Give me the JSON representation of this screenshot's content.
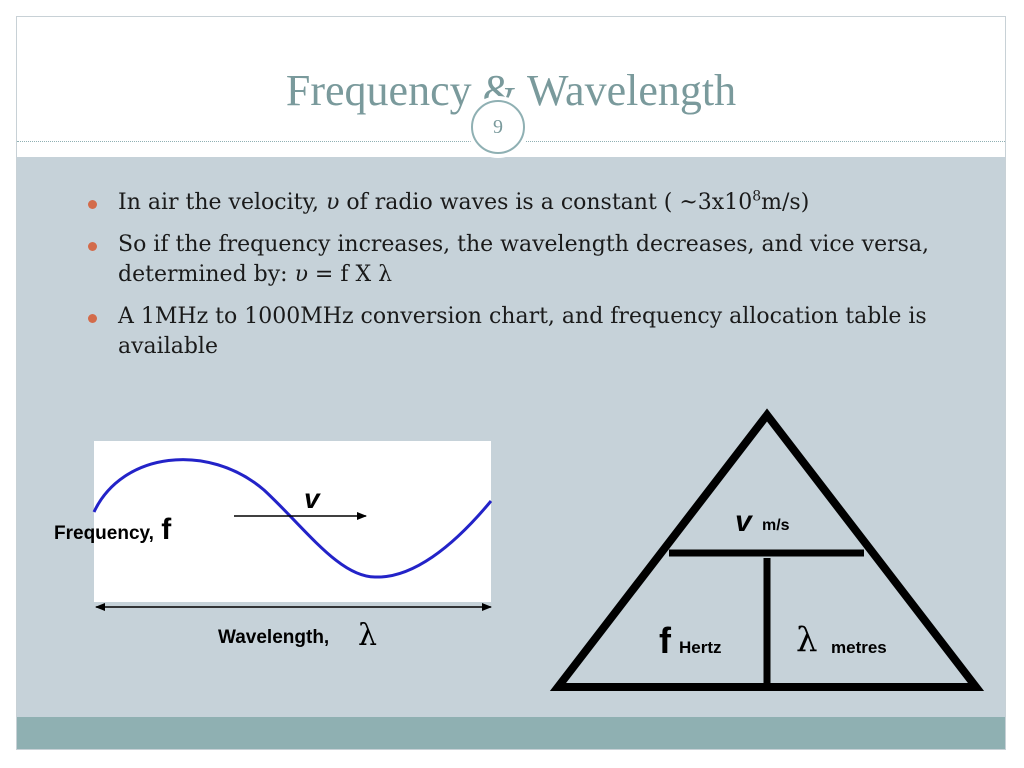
{
  "slide": {
    "title": "Frequency & Wavelength",
    "page_number": "9"
  },
  "bullets": {
    "b1_pre": "In air the velocity, ",
    "b1_var": "υ",
    "b1_post": " of radio waves is a constant ( ~3x10",
    "b1_exp": "8",
    "b1_unit": "m/s)",
    "b2_pre": "So if the frequency increases, the wavelength decreases, and vice versa, determined by:  ",
    "b2_var": "υ",
    "b2_post": " = f X λ",
    "b3": "A 1MHz to 1000MHz conversion chart, and frequency allocation table is available"
  },
  "wave_diagram": {
    "velocity_label": "v",
    "frequency_label": "Frequency, ",
    "frequency_symbol": "f",
    "wavelength_label": "Wavelength, ",
    "wavelength_symbol": "λ"
  },
  "triangle": {
    "top_symbol": "v",
    "top_unit": "m/s",
    "left_symbol": "f",
    "left_unit": "Hertz",
    "right_symbol": "λ",
    "right_unit": "metres"
  },
  "colors": {
    "title": "#7a9a9c",
    "content_bg": "#c6d2d9",
    "footer": "#8fb0b2",
    "bullet": "#d36b4a",
    "wave": "#2323c8"
  }
}
